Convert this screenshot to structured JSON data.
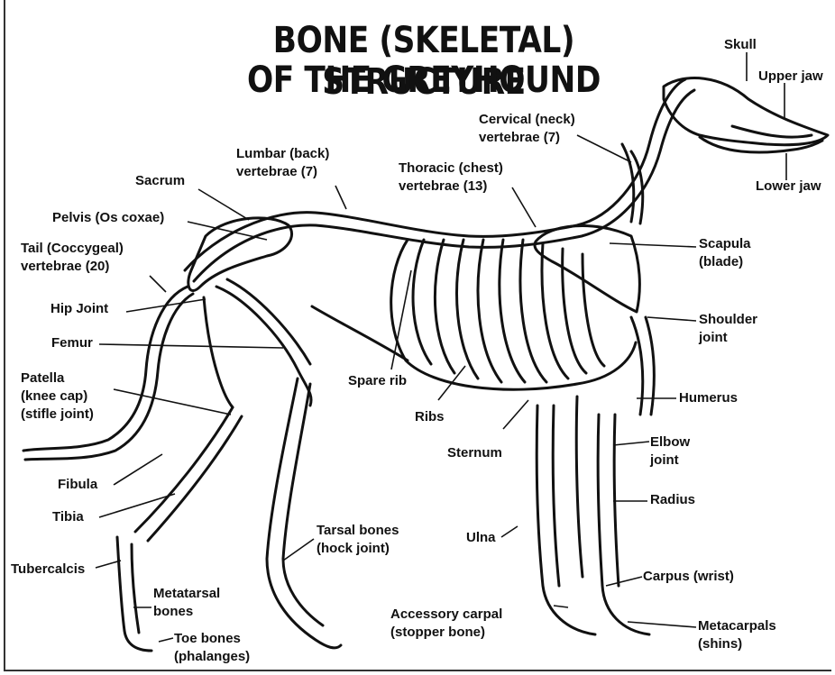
{
  "title_line1": "BONE (SKELETAL) STRUCTURE",
  "title_line2": "OF THE GREYHOUND",
  "labels": {
    "skull": "Skull",
    "upper_jaw": "Upper jaw",
    "lower_jaw": "Lower jaw",
    "cervical_1": "Cervical (neck)",
    "cervical_2": "vertebrae (7)",
    "lumbar_1": "Lumbar (back)",
    "lumbar_2": "vertebrae (7)",
    "thoracic_1": "Thoracic (chest)",
    "thoracic_2": "vertebrae (13)",
    "sacrum": "Sacrum",
    "pelvis": "Pelvis (Os coxae)",
    "tail_1": "Tail (Coccygeal)",
    "tail_2": "vertebrae (20)",
    "scapula_1": "Scapula",
    "scapula_2": "(blade)",
    "hip_joint": "Hip Joint",
    "femur": "Femur",
    "shoulder_1": "Shoulder",
    "shoulder_2": "joint",
    "patella_1": "Patella",
    "patella_2": "(knee cap)",
    "patella_3": "(stifle joint)",
    "spare_rib": "Spare rib",
    "ribs": "Ribs",
    "humerus": "Humerus",
    "elbow_1": "Elbow",
    "elbow_2": "joint",
    "sternum": "Sternum",
    "fibula": "Fibula",
    "radius": "Radius",
    "tibia": "Tibia",
    "tarsal_1": "Tarsal bones",
    "tarsal_2": "(hock joint)",
    "ulna": "Ulna",
    "tubercalcis": "Tubercalcis",
    "carpus": "Carpus (wrist)",
    "metatarsal_1": "Metatarsal",
    "metatarsal_2": "bones",
    "accessory_1": "Accessory carpal",
    "accessory_2": "(stopper bone)",
    "metacarpals_1": "Metacarpals",
    "metacarpals_2": "(shins)",
    "toe_1": "Toe bones",
    "toe_2": "(phalanges)"
  }
}
